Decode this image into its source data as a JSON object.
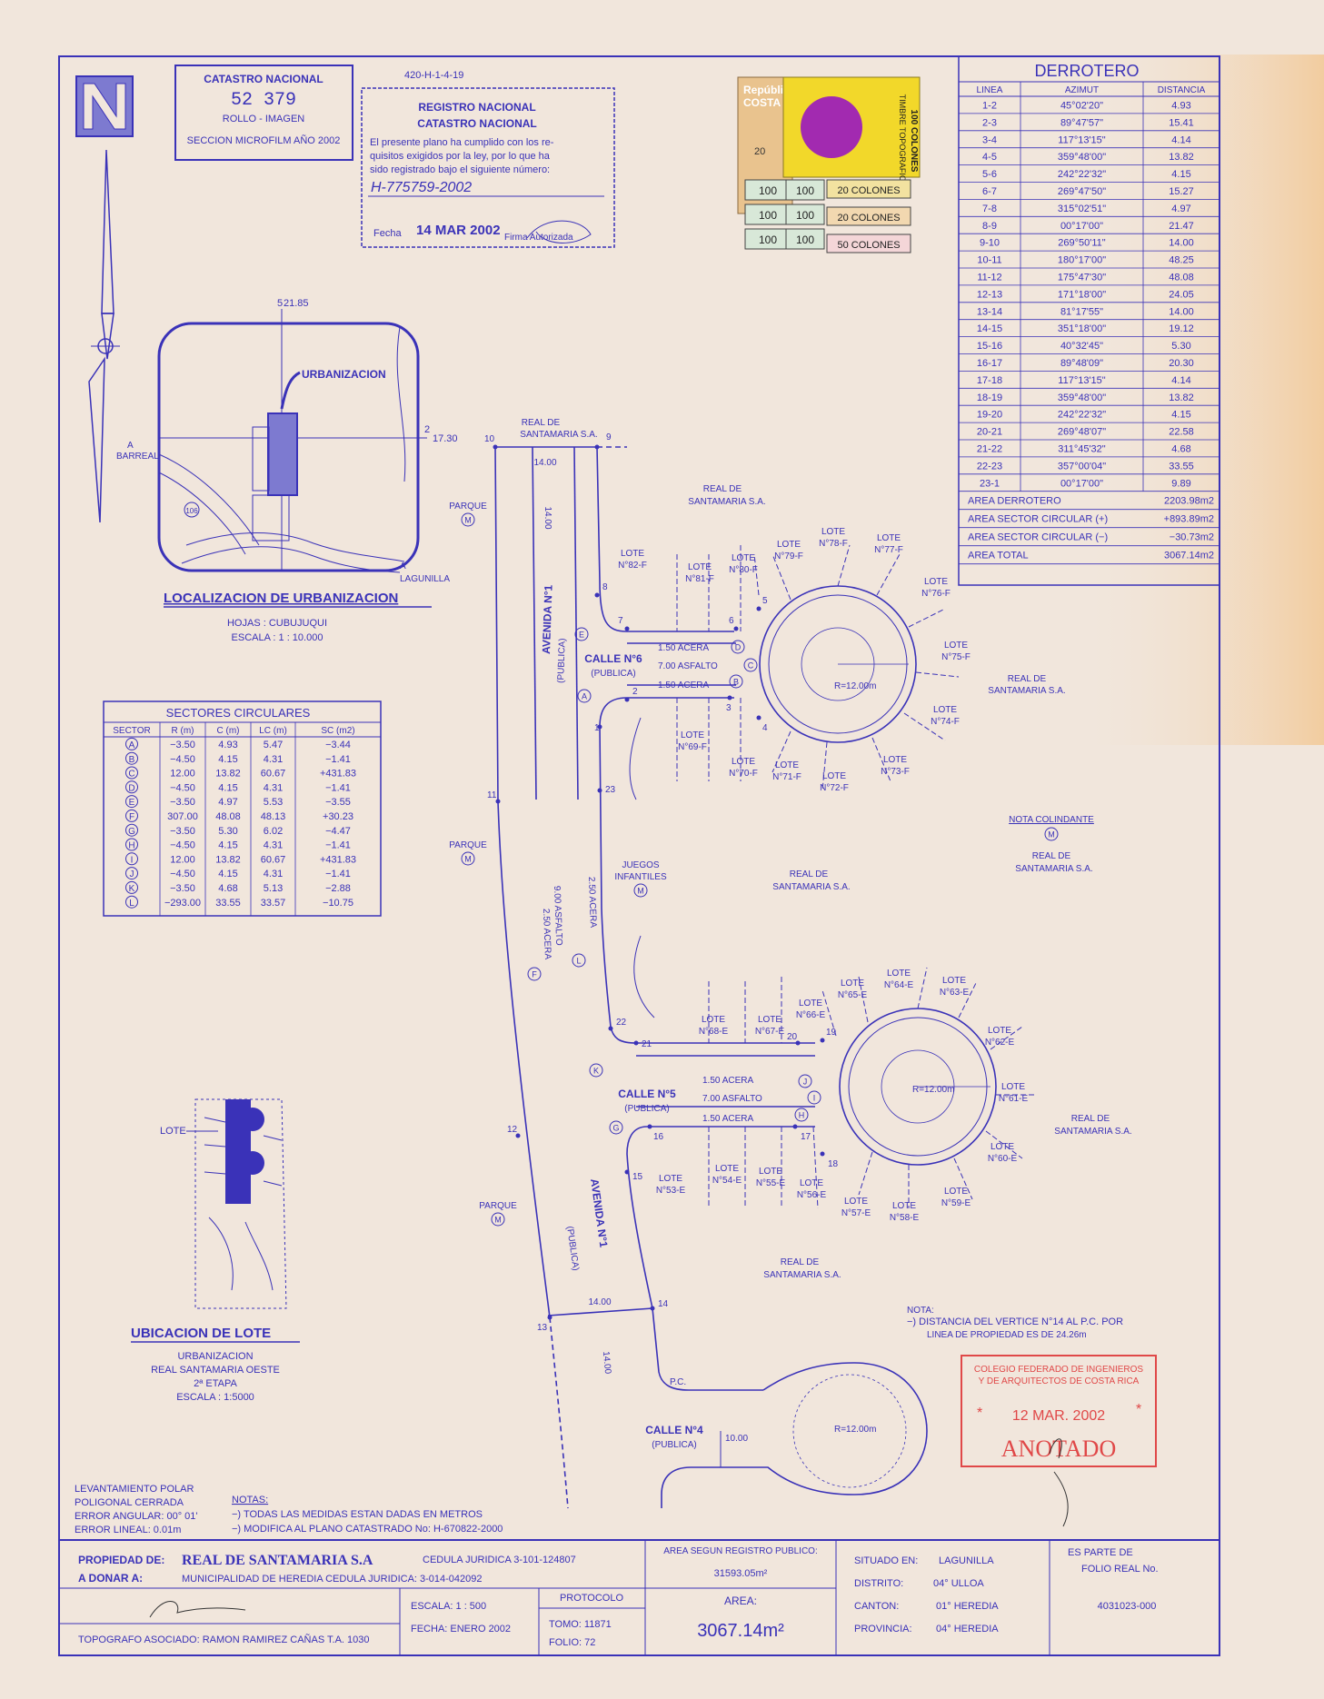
{
  "colors": {
    "ink": "#3a32b8",
    "paper": "#f1e6dc",
    "stamp_red": "#e04848",
    "yellow": "#f2d82a",
    "magenta": "#a22ab0"
  },
  "registry_stamp": {
    "code": "420-H-1-4-19",
    "title1": "REGISTRO NACIONAL",
    "title2": "CATASTRO NACIONAL",
    "text1": "El presente plano ha cumplido con los re-",
    "text2": "quisitos exigidos por la ley, por lo que ha",
    "text3": "sido registrado bajo el siguiente número:",
    "number": "H-775759-2002",
    "fecha_label": "Fecha",
    "fecha_value": "14 MAR 2002",
    "firma_label": "Firma Autorizada"
  },
  "microfilm": {
    "title": "CATASTRO NACIONAL",
    "roll": "52  379",
    "sub": "ROLLO - IMAGEN",
    "section": "SECCION MICROFILM AÑO 2002"
  },
  "revenue_stamps": {
    "republica": "República",
    "costa": "COSTA",
    "timbre": "TIMBRE TOPOGRAFICO",
    "cien": "100 COLONES",
    "v20a": "20 COLONES",
    "v20b": "20 COLONES",
    "v50": "50 COLONES",
    "v100": "100",
    "v20": "20"
  },
  "derrotero": {
    "title": "DERROTERO",
    "headers": [
      "LINEA",
      "AZIMUT",
      "DISTANCIA"
    ],
    "rows": [
      [
        "1-2",
        "45°02'20\"",
        "4.93"
      ],
      [
        "2-3",
        "89°47'57\"",
        "15.41"
      ],
      [
        "3-4",
        "117°13'15\"",
        "4.14"
      ],
      [
        "4-5",
        "359°48'00\"",
        "13.82"
      ],
      [
        "5-6",
        "242°22'32\"",
        "4.15"
      ],
      [
        "6-7",
        "269°47'50\"",
        "15.27"
      ],
      [
        "7-8",
        "315°02'51\"",
        "4.97"
      ],
      [
        "8-9",
        "00°17'00\"",
        "21.47"
      ],
      [
        "9-10",
        "269°50'11\"",
        "14.00"
      ],
      [
        "10-11",
        "180°17'00\"",
        "48.25"
      ],
      [
        "11-12",
        "175°47'30\"",
        "48.08"
      ],
      [
        "12-13",
        "171°18'00\"",
        "24.05"
      ],
      [
        "13-14",
        "81°17'55\"",
        "14.00"
      ],
      [
        "14-15",
        "351°18'00\"",
        "19.12"
      ],
      [
        "15-16",
        "40°32'45\"",
        "5.30"
      ],
      [
        "16-17",
        "89°48'09\"",
        "20.30"
      ],
      [
        "17-18",
        "117°13'15\"",
        "4.14"
      ],
      [
        "18-19",
        "359°48'00\"",
        "13.82"
      ],
      [
        "19-20",
        "242°22'32\"",
        "4.15"
      ],
      [
        "20-21",
        "269°48'07\"",
        "22.58"
      ],
      [
        "21-22",
        "311°45'32\"",
        "4.68"
      ],
      [
        "22-23",
        "357°00'04\"",
        "33.55"
      ],
      [
        "23-1",
        "00°17'00\"",
        "9.89"
      ]
    ],
    "totals": [
      [
        "AREA DERROTERO",
        "2203.98m2"
      ],
      [
        "AREA SECTOR CIRCULAR (+)",
        "+893.89m2"
      ],
      [
        "AREA SECTOR CIRCULAR (−)",
        "−30.73m2"
      ],
      [
        "AREA TOTAL",
        "3067.14m2"
      ]
    ]
  },
  "sectores": {
    "title": "SECTORES CIRCULARES",
    "headers": [
      "SECTOR",
      "R (m)",
      "C (m)",
      "LC (m)",
      "SC (m2)"
    ],
    "rows": [
      [
        "A",
        "−3.50",
        "4.93",
        "5.47",
        "−3.44"
      ],
      [
        "B",
        "−4.50",
        "4.15",
        "4.31",
        "−1.41"
      ],
      [
        "C",
        "12.00",
        "13.82",
        "60.67",
        "+431.83"
      ],
      [
        "D",
        "−4.50",
        "4.15",
        "4.31",
        "−1.41"
      ],
      [
        "E",
        "−3.50",
        "4.97",
        "5.53",
        "−3.55"
      ],
      [
        "F",
        "307.00",
        "48.08",
        "48.13",
        "+30.23"
      ],
      [
        "G",
        "−3.50",
        "5.30",
        "6.02",
        "−4.47"
      ],
      [
        "H",
        "−4.50",
        "4.15",
        "4.31",
        "−1.41"
      ],
      [
        "I",
        "12.00",
        "13.82",
        "60.67",
        "+431.83"
      ],
      [
        "J",
        "−4.50",
        "4.15",
        "4.31",
        "−1.41"
      ],
      [
        "K",
        "−3.50",
        "4.68",
        "5.13",
        "−2.88"
      ],
      [
        "L",
        "−293.00",
        "33.55",
        "33.57",
        "−10.75"
      ]
    ]
  },
  "localizacion": {
    "title": "LOCALIZACION DE URBANIZACION",
    "hojas": "HOJAS :  CUBUJUQUI",
    "escala": "ESCALA :  1 : 10.000",
    "urbanizacion": "URBANIZACION",
    "coord_top": "21.85",
    "coord_top_n": "5",
    "coord_right": "17.30",
    "coord_right_n": "2",
    "barreal": "BARREAL",
    "a1": "A",
    "lagunilla": "LAGUNILLA",
    "a2": "A",
    "road": "106"
  },
  "ubicacion": {
    "title": "UBICACION DE LOTE",
    "l1": "URBANIZACION",
    "l2": "REAL SANTAMARIA OESTE",
    "l3": "2ª ETAPA",
    "l4": "ESCALA : 1:5000",
    "lote": "LOTE"
  },
  "plan": {
    "avenida": "AVENIDA N°1",
    "publica": "(PUBLICA)",
    "calle6": "CALLE N°6",
    "calle5": "CALLE N°5",
    "calle4": "CALLE N°4",
    "acera": "1.50 ACERA",
    "asfalto": "7.00 ASFALTO",
    "acera_v": "2.50 ACERA",
    "asfalto_v": "9.00 ASFALTO",
    "radius": "R=12.00m",
    "w14": "14.00",
    "w10": "10.00",
    "real_santamaria": "REAL DE",
    "santamaria_sa": "SANTAMARIA S.A.",
    "parque": "PARQUE",
    "m": "M",
    "juegos": "JUEGOS",
    "infantiles": "INFANTILES",
    "nota_colindante": "NOTA COLINDANTE",
    "pc": "P.C.",
    "nota_title": "NOTA:",
    "nota_1": "−) DISTANCIA DEL VERTICE N°14 AL P.C. POR",
    "nota_2": "LINEA DE PROPIEDAD ES DE 24.26m",
    "lotes_top": [
      "N°82-F",
      "N°81-F",
      "N°80-F",
      "N°79-F",
      "N°78-F",
      "N°77-F",
      "N°76-F",
      "N°75-F",
      "N°74-F",
      "N°73-F",
      "N°72-F",
      "N°71-F",
      "N°70-F",
      "N°69-F"
    ],
    "lotes_mid": [
      "N°68-E",
      "N°67-E",
      "N°66-E",
      "N°65-E",
      "N°64-E",
      "N°63-E",
      "N°62-E",
      "N°61-E",
      "N°60-E",
      "N°59-E",
      "N°58-E",
      "N°57-E",
      "N°56-E",
      "N°55-E",
      "N°54-E",
      "N°53-E"
    ],
    "lote_word": "LOTE",
    "vertices": [
      "1",
      "2",
      "3",
      "4",
      "5",
      "6",
      "7",
      "8",
      "9",
      "10",
      "11",
      "12",
      "13",
      "14",
      "15",
      "16",
      "17",
      "18",
      "19",
      "20",
      "21",
      "22",
      "23"
    ],
    "sectors": [
      "A",
      "B",
      "C",
      "D",
      "E",
      "F",
      "G",
      "H",
      "I",
      "J",
      "K",
      "L"
    ]
  },
  "colegio_stamp": {
    "l1": "COLEGIO FEDERADO DE INGENIEROS",
    "l2": "Y DE ARQUITECTOS DE COSTA RICA",
    "date": "12 MAR. 2002",
    "word": "ANOTADO",
    "star": "*"
  },
  "notes": {
    "lev1": "LEVANTAMIENTO POLAR",
    "lev2": "POLIGONAL CERRADA",
    "lev3": "ERROR ANGULAR: 00° 01'",
    "lev4": "ERROR LINEAL: 0.01m",
    "notas": "NOTAS:",
    "n1": "−) TODAS LAS MEDIDAS ESTAN DADAS EN METROS",
    "n2": "−) MODIFICA AL PLANO CATASTRADO No: H-670822-2000"
  },
  "title_block": {
    "prop_label": "PROPIEDAD DE:",
    "prop_value": "REAL DE SANTAMARIA S.A",
    "cedula1": "CEDULA JURIDICA 3-101-124807",
    "donar_label": "A DONAR A:",
    "donar_value": "MUNICIPALIDAD DE HEREDIA   CEDULA JURIDICA: 3-014-042092",
    "topografo": "TOPOGRAFO ASOCIADO: RAMON RAMIREZ CAÑAS  T.A. 1030",
    "escala": "ESCALA:   1 : 500",
    "fecha": "FECHA: ENERO 2002",
    "protocolo": "PROTOCOLO",
    "tomo": "TOMO:  11871",
    "folio": "FOLIO:     72",
    "area_reg_label": "AREA SEGUN REGISTRO PUBLICO:",
    "area_reg": "31593.05m²",
    "area_label": "AREA:",
    "area_value": "3067.14m²",
    "situado_label": "SITUADO EN:",
    "situado": "LAGUNILLA",
    "distrito_label": "DISTRITO:",
    "distrito": "04° ULLOA",
    "canton_label": "CANTON:",
    "canton": "01° HEREDIA",
    "provincia_label": "PROVINCIA:",
    "provincia": "04° HEREDIA",
    "parte1": "ES PARTE DE",
    "parte2": "FOLIO REAL No.",
    "folio_real": "4031023-000"
  }
}
